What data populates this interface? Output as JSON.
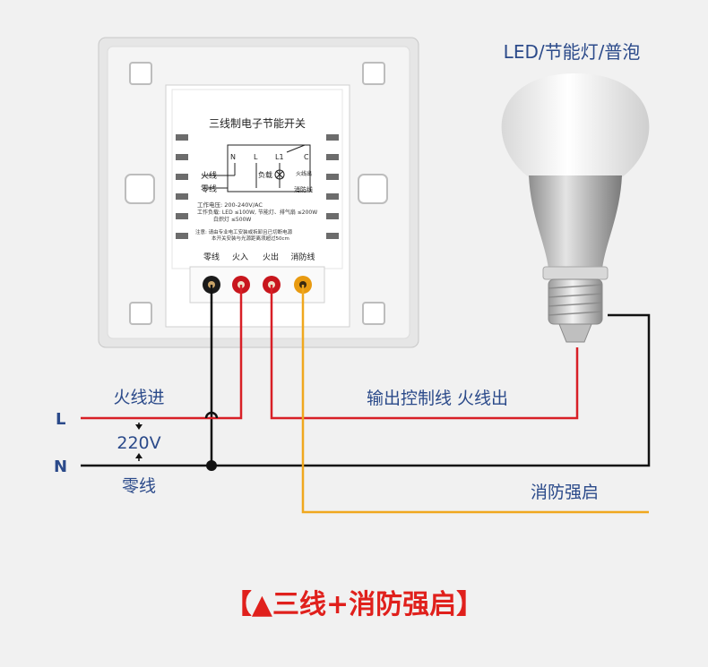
{
  "lamp_label": "LED/节能灯/普泡",
  "switch": {
    "title": "三线制电子节能开关",
    "terminal_letters": [
      "N",
      "L",
      "L1",
      "C"
    ],
    "side_labels": [
      "火线",
      "零线"
    ],
    "load_label": "负载",
    "fire_tag": "火线出",
    "fire_tag_label": "消防线",
    "spec_lines": [
      "工作电压: 200-240V/AC",
      "工作负载: LED ≤100W, 节能灯、排气扇 ≤200W",
      "白炽灯 ≤500W"
    ],
    "note_lines": [
      "注意: 请由专业电工安装或拆卸且已切断电源",
      "本开关安装与光源距离须超过50cm"
    ],
    "terminal_labels": [
      "零线",
      "火入",
      "火出",
      "消防线"
    ]
  },
  "wiring": {
    "live_in": "火线进",
    "voltage": "220V",
    "neutral": "零线",
    "output": "输出控制线 火线出",
    "fire": "消防强启",
    "L": "L",
    "N": "N"
  },
  "caption": "【▲三线+消防强启】",
  "colors": {
    "live": "#d81f26",
    "neutral": "#111111",
    "fire": "#f0a81e",
    "text": "#2b4a8a"
  }
}
